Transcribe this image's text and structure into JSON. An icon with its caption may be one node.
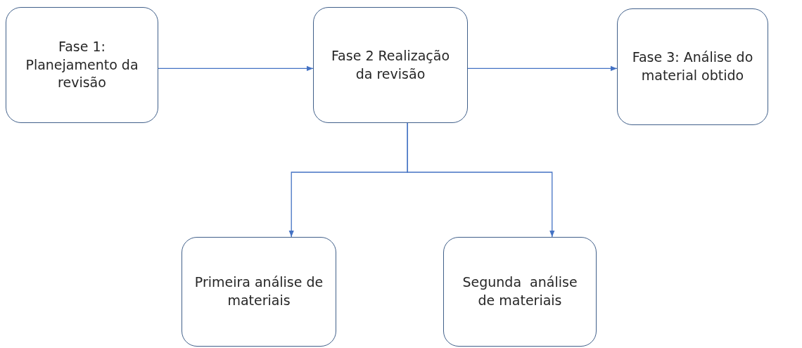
{
  "diagram": {
    "nodes": [
      {
        "text": [
          "Fase 1: Planejamento da revisão"
        ]
      },
      {
        "text": [
          "Fase 2 Realização da revisão"
        ]
      },
      {
        "text": [
          "Fase 3: Análise do material obtido"
        ]
      },
      {
        "text": [
          "Primeira análise de materiais"
        ]
      },
      {
        "text": [
          "Segunda  análise de materiais"
        ]
      }
    ],
    "edges": [
      {
        "from": 0,
        "to": 1,
        "arrow": "to"
      },
      {
        "from": 1,
        "to": 2,
        "arrow": "to"
      },
      {
        "from": 1,
        "to": 3,
        "arrow": "to"
      },
      {
        "from": 1,
        "to": 4,
        "arrow": "to"
      }
    ]
  }
}
